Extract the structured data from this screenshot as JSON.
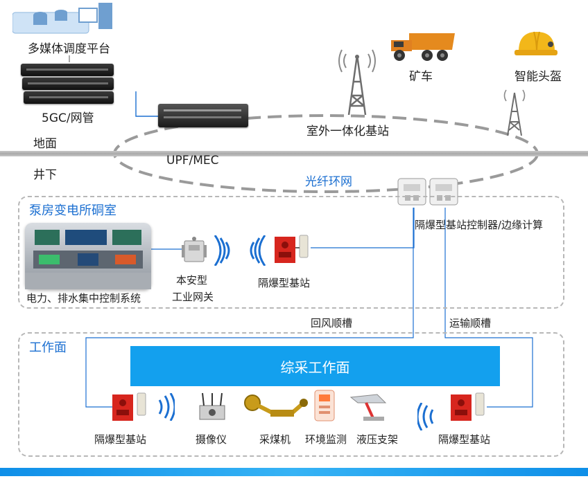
{
  "labels": {
    "multimedia_platform": "多媒体调度平台",
    "gc5_mgmt": "5GC/网管",
    "ground": "地面",
    "underground": "井下",
    "upf_mec": "UPF/MEC",
    "fiber_ring": "光纤环网",
    "outdoor_bs": "室外一体化基站",
    "mine_truck": "矿车",
    "smart_helmet": "智能头盔",
    "bs_controller": "隔爆型基站控制器/边缘计算",
    "return_airway": "回风顺槽",
    "transport_airway": "运输顺槽"
  },
  "pump_room": {
    "title": "泵房变电所硐室",
    "control_system": "电力、排水集中控制系统",
    "gateway_line1": "本安型",
    "gateway_line2": "工业网关",
    "base_station": "隔爆型基站"
  },
  "work_face": {
    "title": "工作面",
    "face_bar": "综采工作面",
    "left_base_station": "隔爆型基站",
    "camera": "摄像仪",
    "shearer": "采煤机",
    "env_monitor": "环境监测",
    "hydraulic_support": "液压支架",
    "right_base_station": "隔爆型基站"
  },
  "colors": {
    "accent": "#1b6fd1",
    "face_bar": "#13a0ee",
    "dashed_border": "#b7b7b7",
    "base_station_red": "#d7261e"
  }
}
